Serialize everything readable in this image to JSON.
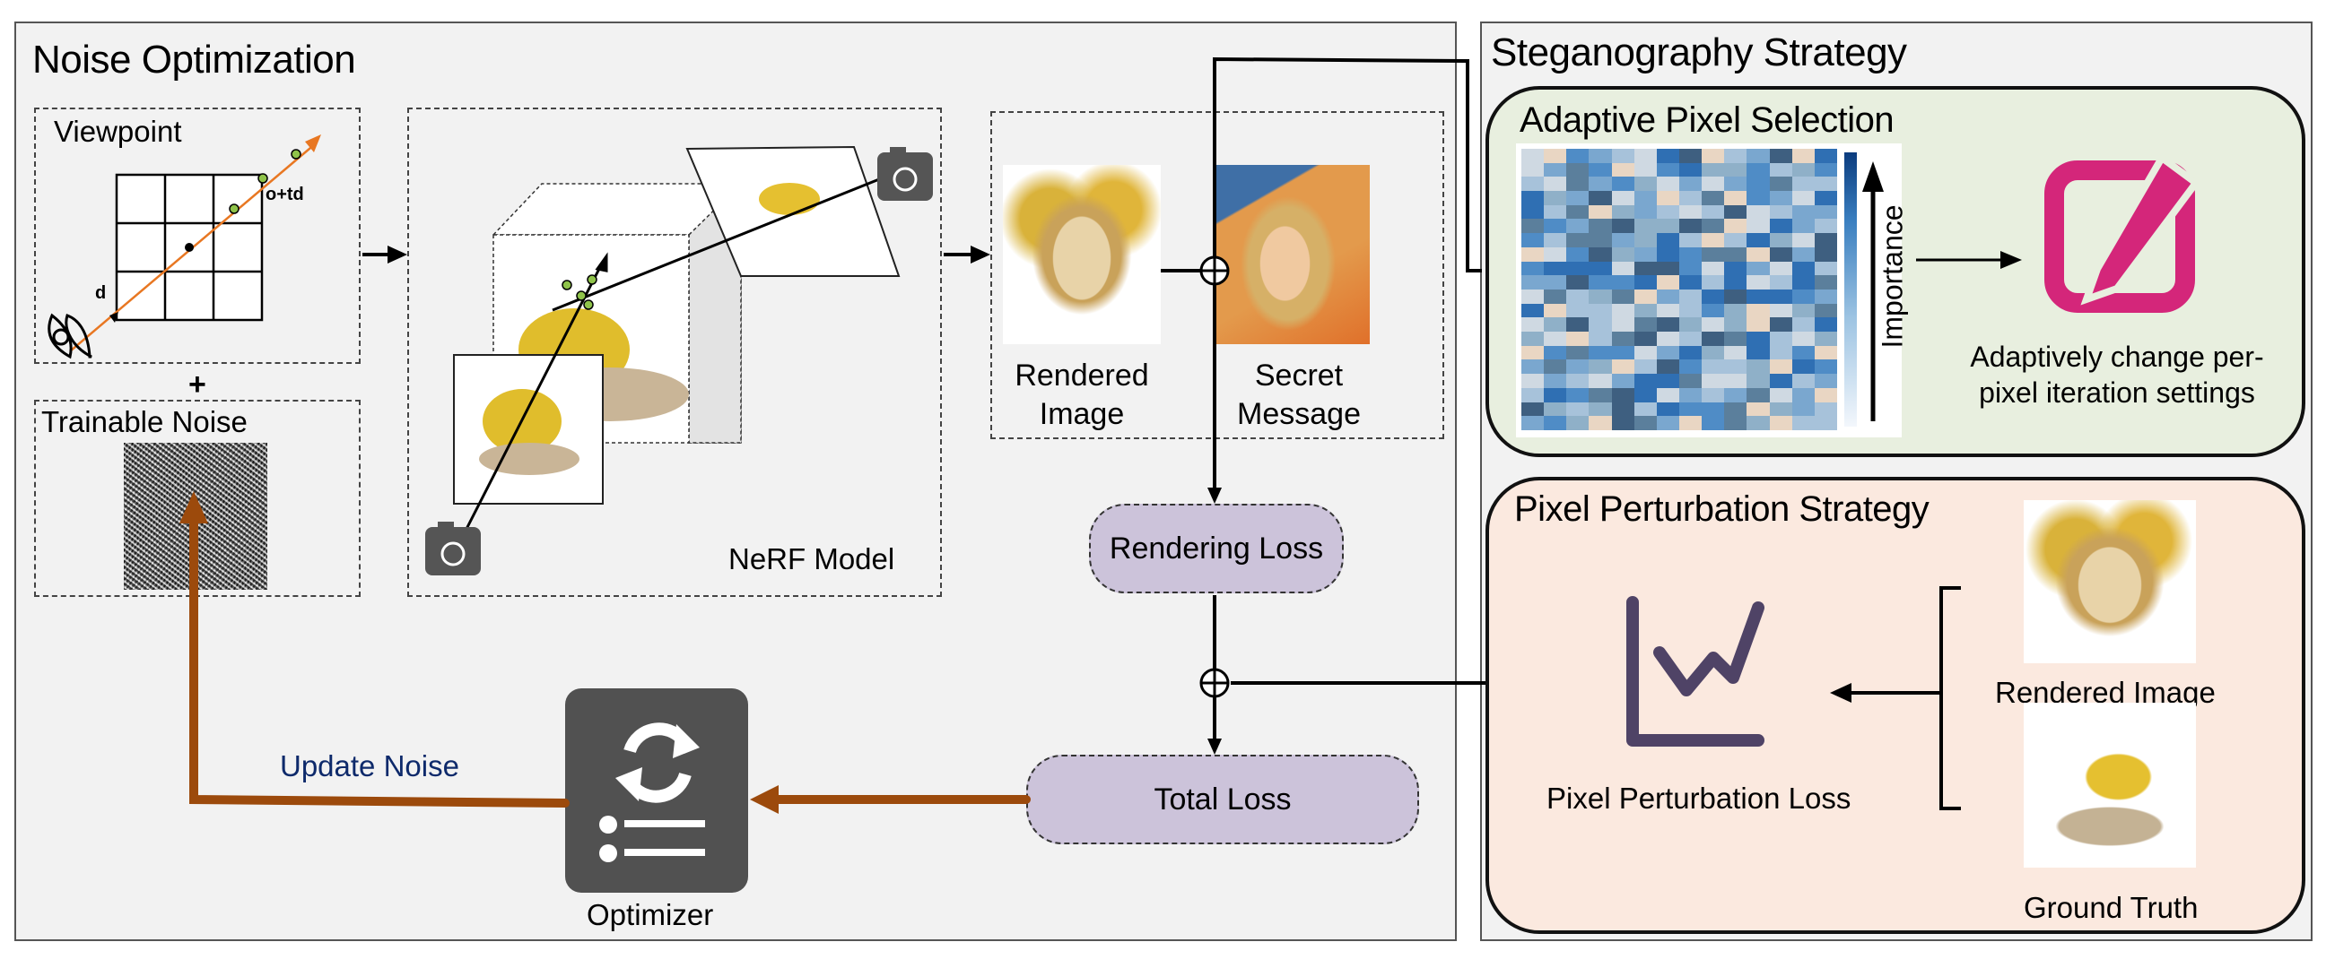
{
  "noise_optimization": {
    "title": "Noise Optimization",
    "viewpoint": {
      "title": "Viewpoint",
      "ray_label": "o+td",
      "direction_label": "d",
      "icons": [
        "eye-icon",
        "grid-icon",
        "ray-arrow-icon"
      ]
    },
    "plus_sign": "+",
    "trainable_noise": {
      "title": "Trainable Noise"
    },
    "nerf_model": {
      "label": "NeRF Model",
      "icons": [
        "camera-icon",
        "camera-icon",
        "cube-icon"
      ]
    },
    "images": {
      "rendered_label": "Rendered\nImage",
      "secret_label": "Secret\nMessage"
    },
    "rendering_loss": "Rendering Loss",
    "total_loss": "Total Loss",
    "optimizer": {
      "label": "Optimizer",
      "icon": "refresh-list-icon"
    },
    "update_noise": "Update Noise"
  },
  "steganography_strategy": {
    "title": "Steganography Strategy",
    "adaptive_pixel_selection": {
      "title": "Adaptive Pixel Selection",
      "colorbar_label": "Importance",
      "description": "Adaptively change per-\npixel iteration settings",
      "icon": "edit-icon"
    },
    "pixel_perturbation_strategy": {
      "title": "Pixel Perturbation Strategy",
      "loss_label": "Pixel Perturbation Loss",
      "rendered_label": "Rendered Image",
      "ground_truth_label": "Ground Truth",
      "icon": "line-chart-icon"
    }
  },
  "colors": {
    "arrow_orange": "#9c4a0c",
    "ray_orange": "#e87722",
    "update_text": "#0e2a6b",
    "green_box": "#e8efdf",
    "peach_box": "#fbe9df",
    "loss_pill": "#ccc3da",
    "edit_pink": "#d4267a",
    "chart_purple": "#4f4366",
    "optimizer_dark": "#515151"
  }
}
